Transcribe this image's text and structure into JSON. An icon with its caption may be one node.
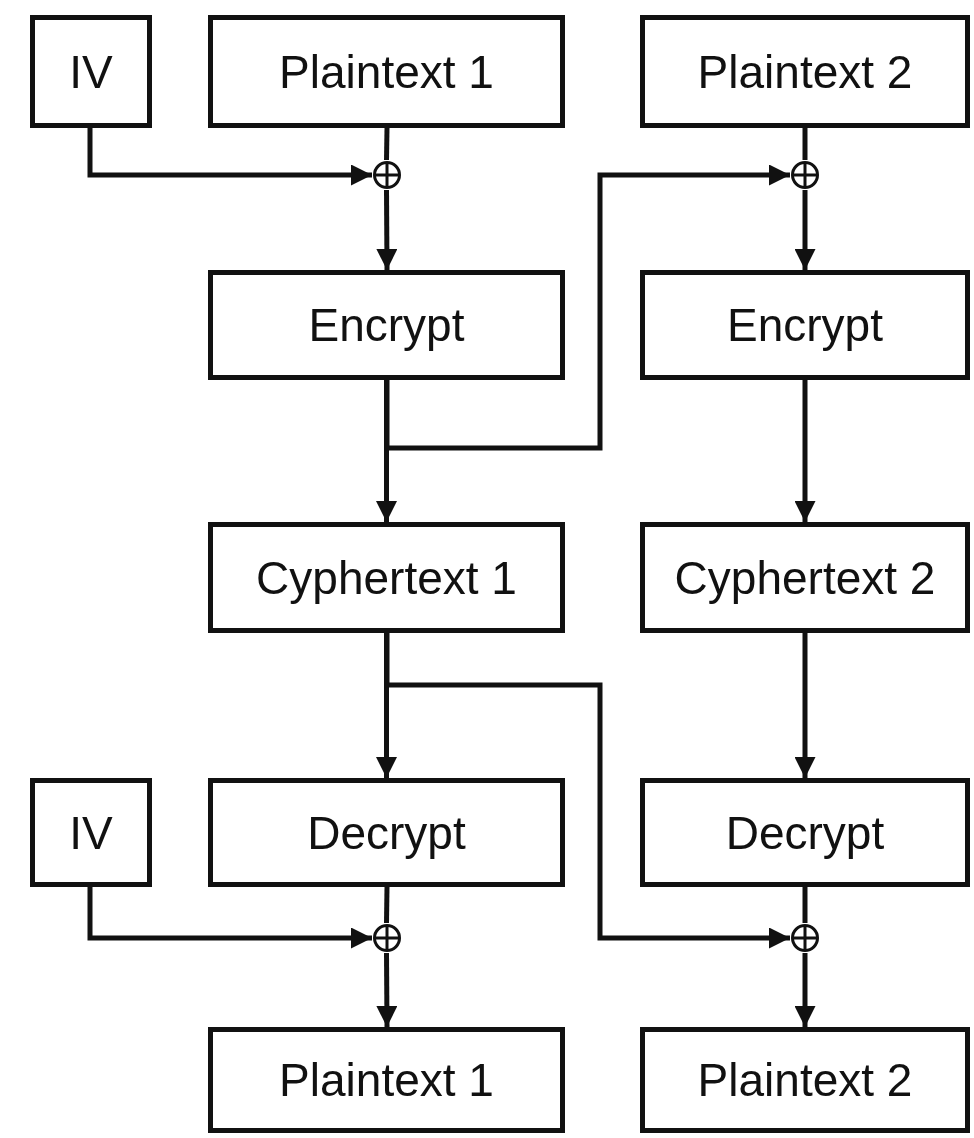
{
  "diagram": {
    "nodes": [
      {
        "text": [
          "IV"
        ]
      },
      {
        "text": [
          "Plaintext 1"
        ]
      },
      {
        "text": [
          "Plaintext 2"
        ]
      },
      {
        "text": [],
        "shape": "circle"
      },
      {
        "text": [],
        "shape": "circle"
      },
      {
        "text": [
          "Encrypt"
        ]
      },
      {
        "text": [
          "Encrypt"
        ]
      },
      {
        "text": [
          "Cyphertext 1"
        ]
      },
      {
        "text": [
          "Cyphertext 2"
        ]
      },
      {
        "text": [
          "IV"
        ]
      },
      {
        "text": [
          "Decrypt"
        ]
      },
      {
        "text": [
          "Decrypt"
        ]
      },
      {
        "text": [],
        "shape": "circle"
      },
      {
        "text": [],
        "shape": "circle"
      },
      {
        "text": [
          "Plaintext 1"
        ]
      },
      {
        "text": [
          "Plaintext 2"
        ]
      }
    ],
    "edges": [
      {
        "from": 0,
        "to": 3,
        "arrow": "to"
      },
      {
        "from": 1,
        "to": 3,
        "arrow": "none"
      },
      {
        "from": 3,
        "to": 5,
        "arrow": "to"
      },
      {
        "from": 2,
        "to": 4,
        "arrow": "none"
      },
      {
        "from": 4,
        "to": 6,
        "arrow": "to"
      },
      {
        "from": 5,
        "to": 7,
        "arrow": "to"
      },
      {
        "from": 5,
        "to": 4,
        "arrow": "to"
      },
      {
        "from": 6,
        "to": 8,
        "arrow": "to"
      },
      {
        "from": 7,
        "to": 10,
        "arrow": "to"
      },
      {
        "from": 7,
        "to": 13,
        "arrow": "to"
      },
      {
        "from": 8,
        "to": 11,
        "arrow": "to"
      },
      {
        "from": 9,
        "to": 12,
        "arrow": "to"
      },
      {
        "from": 10,
        "to": 12,
        "arrow": "none"
      },
      {
        "from": 11,
        "to": 13,
        "arrow": "none"
      },
      {
        "from": 12,
        "to": 14,
        "arrow": "to"
      },
      {
        "from": 13,
        "to": 15,
        "arrow": "to"
      }
    ]
  }
}
